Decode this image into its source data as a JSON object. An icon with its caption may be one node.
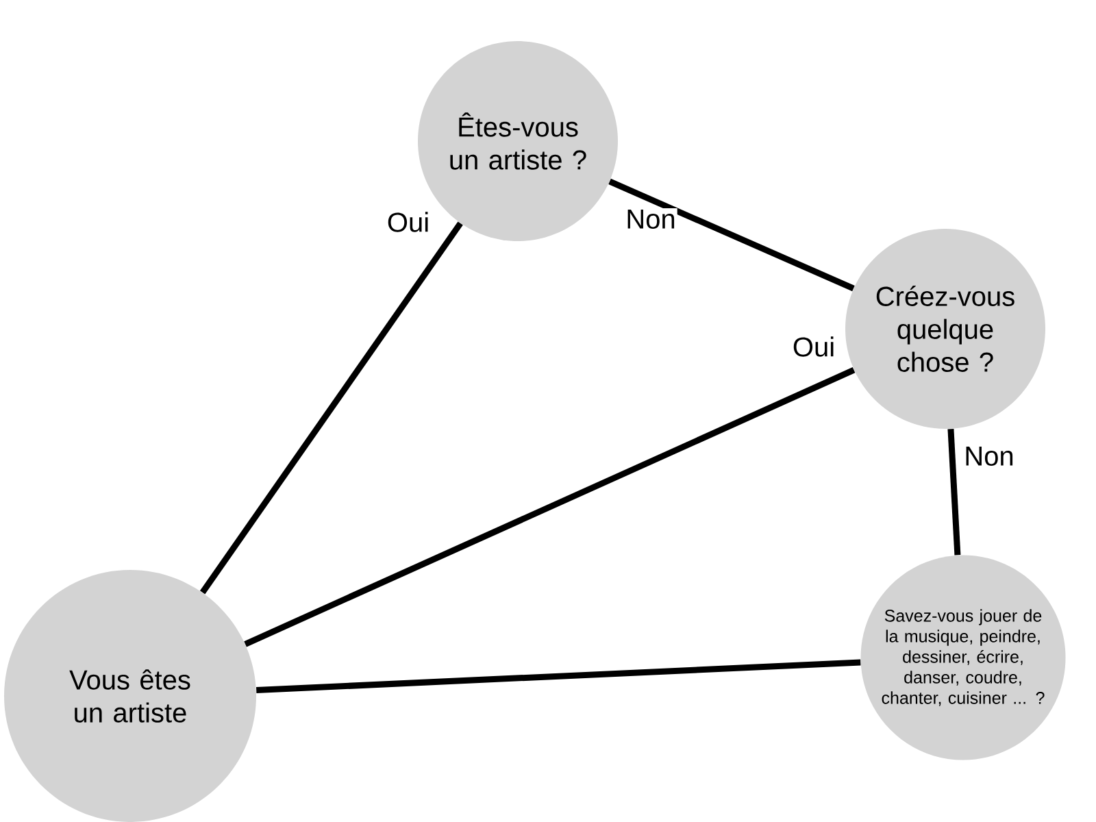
{
  "diagram": {
    "nodes": [
      {
        "text": [
          "Êtes-vous un artiste ?"
        ]
      },
      {
        "text": [
          "Créez-vous quelque chose ?"
        ]
      },
      {
        "text": [
          "Savez-vous jouer de la musique, peindre, dessiner, écrire, danser, coudre, chanter, cuisiner ... ?"
        ]
      },
      {
        "text": [
          "Vous êtes un artiste"
        ]
      }
    ],
    "edges": [
      {
        "from": 0,
        "to": 3,
        "arrow": "none",
        "label": "Oui"
      },
      {
        "from": 0,
        "to": 1,
        "arrow": "none",
        "label": "Non"
      },
      {
        "from": 1,
        "to": 3,
        "arrow": "none",
        "label": "Oui"
      },
      {
        "from": 1,
        "to": 2,
        "arrow": "none",
        "label": "Non"
      },
      {
        "from": 2,
        "to": 3,
        "arrow": "none"
      }
    ]
  }
}
